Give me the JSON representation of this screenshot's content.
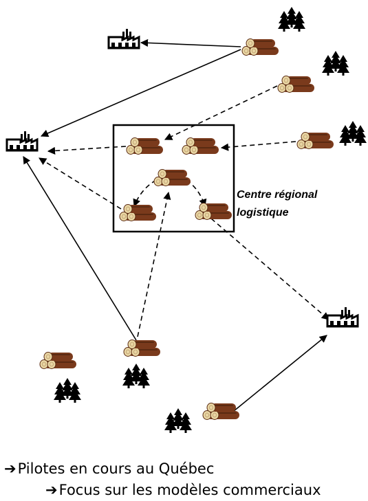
{
  "region_label_line1": "Centre régional",
  "region_label_line2": "logistique",
  "caption_arrow": "➔",
  "caption_line1": "Pilotes en cours au Québec",
  "caption_line2": "Focus sur les modèles commerciaux",
  "colors": {
    "log_bark": "#7a3a1c",
    "log_end": "#e9d6a4",
    "ink": "#000000"
  },
  "icons": [
    "factory-icon",
    "log-pile-icon",
    "forest-icon",
    "arrow-icon"
  ]
}
